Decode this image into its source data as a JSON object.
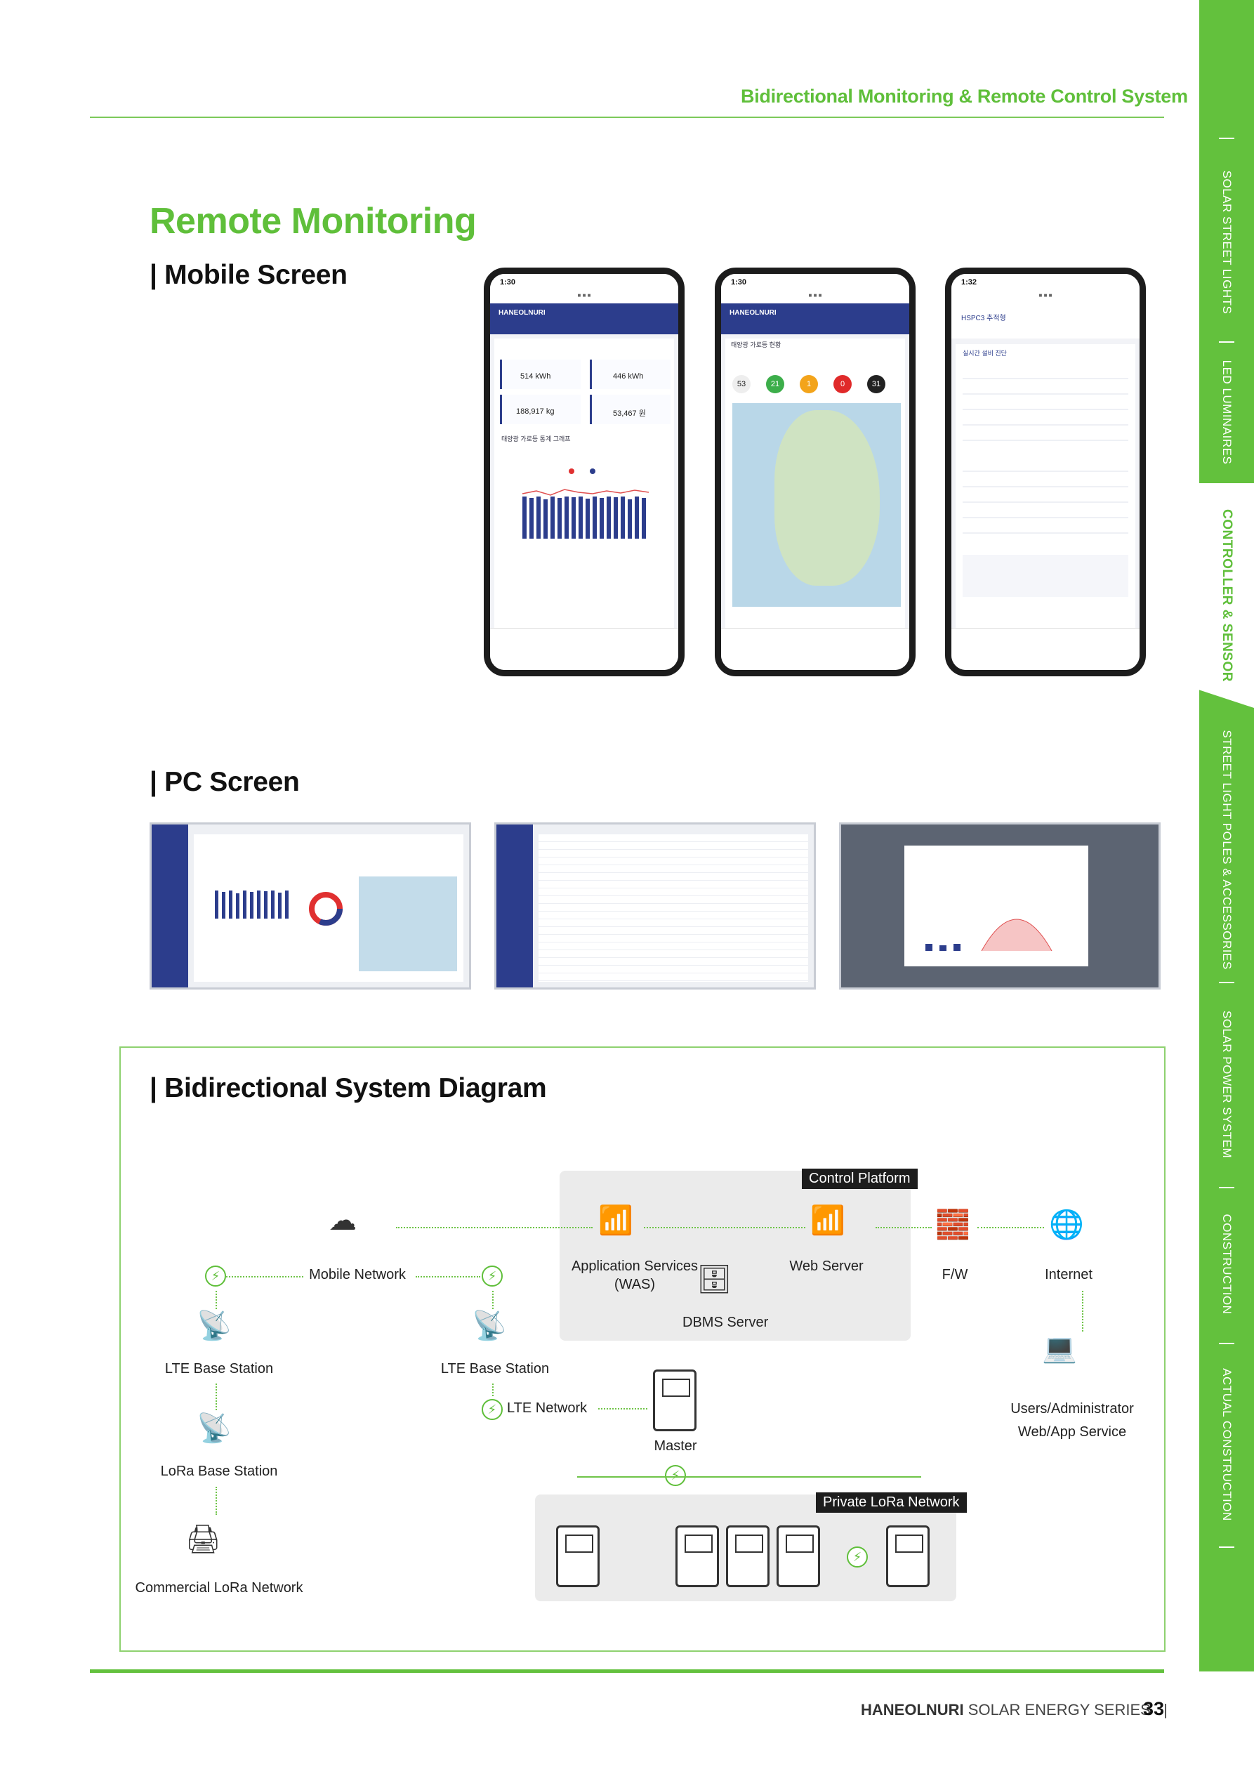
{
  "header": {
    "title": "Bidirectional Monitoring & Remote Control System"
  },
  "sidebar": {
    "tabs": [
      {
        "label": "SOLAR STREET LIGHTS"
      },
      {
        "label": "LED LUMINAIRES"
      },
      {
        "label": "CONTROLLER & SENSOR"
      },
      {
        "label": "STREET LIGHT POLES & ACCESSORIES"
      },
      {
        "label": "SOLAR POWER SYSTEM"
      },
      {
        "label": "CONSTRUCTION"
      },
      {
        "label": "ACTUAL CONSTRUCTION"
      }
    ],
    "active": "CONTROLLER & SENSOR"
  },
  "section": {
    "title": "Remote Monitoring",
    "mobile_heading": "| Mobile Screen",
    "pc_heading": "| PC Screen",
    "diagram_heading": "| Bidirectional System Diagram"
  },
  "phones": [
    {
      "time": "1:30",
      "brand": "HANEOLNURI",
      "section": "태양광 가로등 통계 그래프",
      "stat1": "514 kWh",
      "stat2": "446 kWh",
      "stat3": "188,917 kg",
      "stat4": "53,467 원"
    },
    {
      "time": "1:30",
      "brand": "HANEOLNURI",
      "section": "태양광 가로등 현황",
      "counts": [
        "53",
        "21",
        "1",
        "0",
        "31"
      ]
    },
    {
      "time": "1:32",
      "brand": "HSPC3 추적형",
      "section": "실시간 설비 진단"
    }
  ],
  "diagram": {
    "control_platform": "Control Platform",
    "app_services": "Application Services",
    "was": "(WAS)",
    "web_server": "Web Server",
    "dbms": "DBMS Server",
    "fw": "F/W",
    "internet": "Internet",
    "mobile_network": "Mobile Network",
    "lte_base_1": "LTE Base Station",
    "lte_base_2": "LTE Base Station",
    "lora_base": "LoRa Base Station",
    "commercial_lora": "Commercial LoRa Network",
    "lte_network": "LTE Network",
    "master": "Master",
    "users_1": "Users/Administrator",
    "users_2": "Web/App Service",
    "private_lora": "Private LoRa Network"
  },
  "footer": {
    "brand": "HANEOLNURI",
    "series": " SOLAR ENERGY SERIES",
    "separator": "|",
    "page": "33"
  },
  "colors": {
    "accent": "#5fbf3a",
    "navy": "#2c3d8c"
  }
}
